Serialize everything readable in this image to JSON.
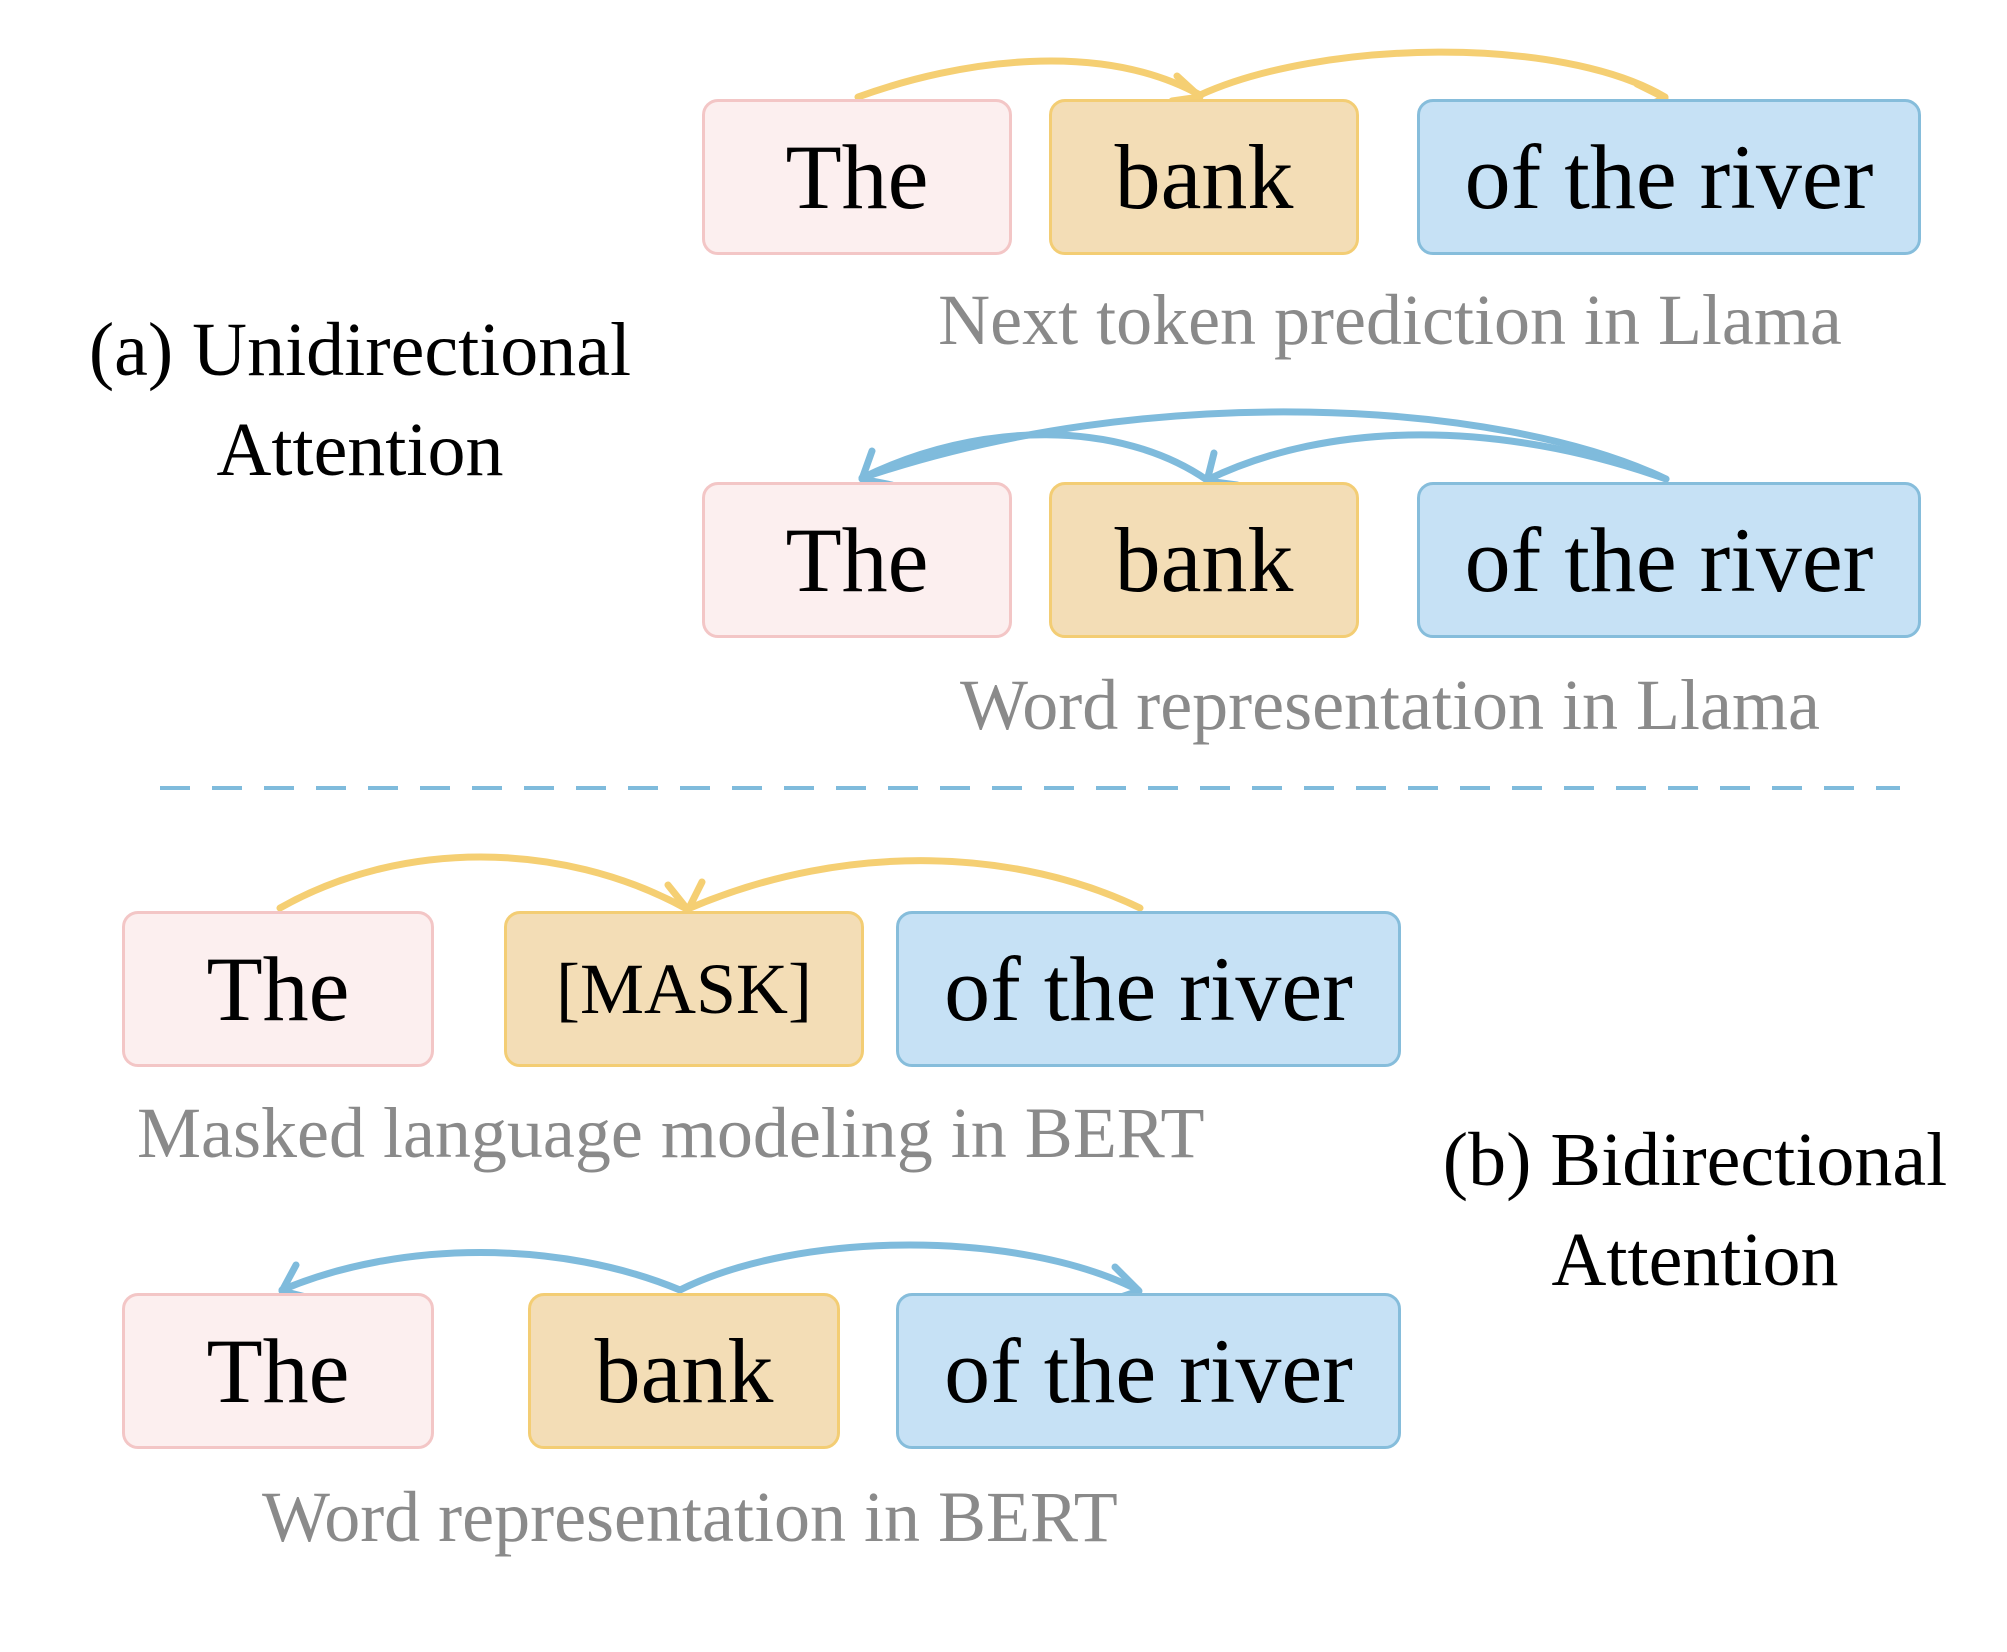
{
  "colors": {
    "the_fill": "#fcefef",
    "the_border": "#f3c6c6",
    "bank_fill": "#f3ddb6",
    "bank_border": "#f3cd74",
    "river_fill": "#c6e1f5",
    "river_border": "#86bddb",
    "yellow_arrow": "#f5cf73",
    "blue_arrow": "#7fbbdc",
    "caption_text": "#8a8a8a",
    "divider": "#7fbbdc"
  },
  "section_a": {
    "label_line1": "(a) Unidirectional",
    "label_line2": "Attention",
    "row1": {
      "tokens": [
        "The",
        "bank",
        "of the river"
      ],
      "caption": "Next token prediction in Llama"
    },
    "row2": {
      "tokens": [
        "The",
        "bank",
        "of the river"
      ],
      "caption": "Word representation in Llama"
    }
  },
  "section_b": {
    "label_line1": "(b) Bidirectional",
    "label_line2": "Attention",
    "row1": {
      "tokens": [
        "The",
        "[MASK]",
        "of the river"
      ],
      "caption": "Masked language modeling in BERT"
    },
    "row2": {
      "tokens": [
        "The",
        "bank",
        "of the river"
      ],
      "caption": "Word representation in BERT"
    }
  }
}
